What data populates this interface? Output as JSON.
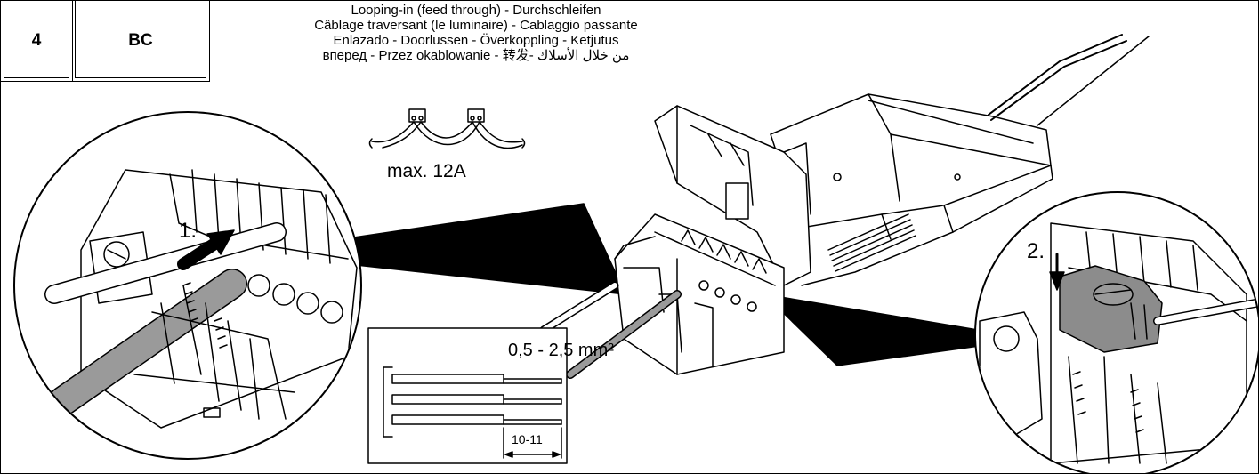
{
  "header": {
    "step_number": "4",
    "code": "BC"
  },
  "title_lines": [
    "Looping-in (feed through) - Durchschleifen",
    "Câblage traversant (le luminaire) - Cablaggio passante",
    "Enlazado - Doorlussen - Överkoppling - Ketjutus",
    "вперед  -  Przez okablowanie - 转发- من خلال الأسلاك"
  ],
  "labels": {
    "max_current": "max. 12A",
    "wire_cross_section": "0,5 - 2,5 mm²",
    "strip_length": "10-11",
    "step_1": "1.",
    "step_2": "2."
  },
  "colors": {
    "line": "#000000",
    "cable_gray": "#9a9a9a",
    "clamp_gray": "#8c8c8c",
    "background": "#ffffff"
  }
}
